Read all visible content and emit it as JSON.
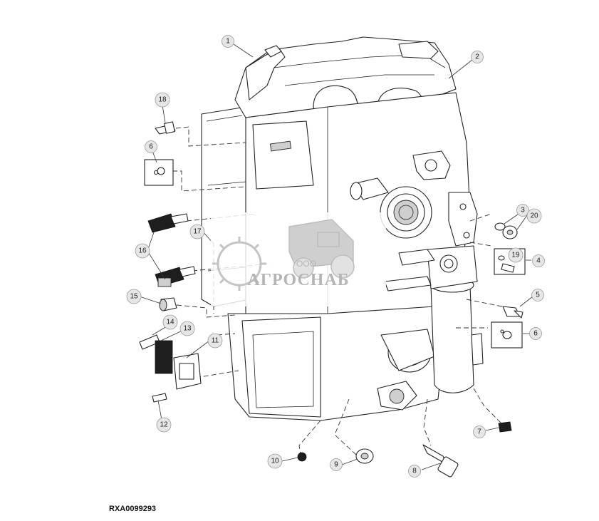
{
  "figure_code": "RXA0099293",
  "watermark": {
    "text": "АГРОСНАБ",
    "prefix": "ООО",
    "color": "#b5b5b5"
  },
  "callouts": [
    {
      "id": "c1",
      "label": "1"
    },
    {
      "id": "c2",
      "label": "2"
    },
    {
      "id": "c3",
      "label": "3"
    },
    {
      "id": "c20",
      "label": "20"
    },
    {
      "id": "c19",
      "label": "19"
    },
    {
      "id": "c4",
      "label": "4"
    },
    {
      "id": "c5",
      "label": "5"
    },
    {
      "id": "c6r",
      "label": "6"
    },
    {
      "id": "c7",
      "label": "7"
    },
    {
      "id": "c8",
      "label": "8"
    },
    {
      "id": "c9",
      "label": "9"
    },
    {
      "id": "c10",
      "label": "10"
    },
    {
      "id": "c11",
      "label": "11"
    },
    {
      "id": "c12",
      "label": "12"
    },
    {
      "id": "c13",
      "label": "13"
    },
    {
      "id": "c14",
      "label": "14"
    },
    {
      "id": "c15",
      "label": "15"
    },
    {
      "id": "c16",
      "label": "16"
    },
    {
      "id": "c17",
      "label": "17"
    },
    {
      "id": "c18",
      "label": "18"
    },
    {
      "id": "c6l",
      "label": "6"
    }
  ]
}
